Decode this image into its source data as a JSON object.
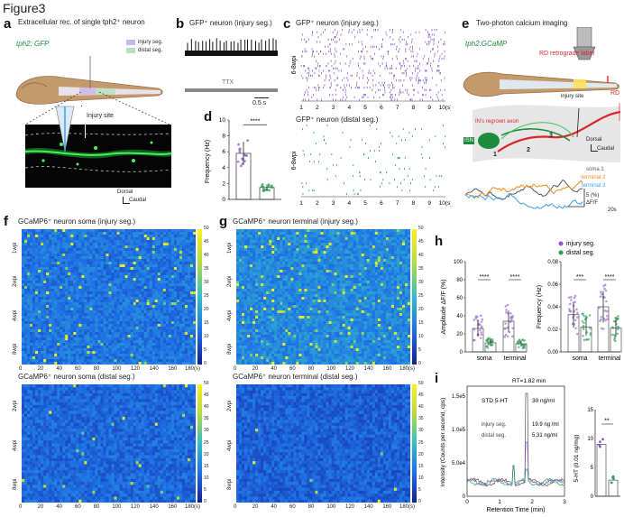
{
  "figure_title": "Figure3",
  "panels": {
    "a": {
      "letter": "a",
      "title": "Extracellular rec. of single tph2⁺ neuron",
      "line": "tph2: GFP",
      "legend": [
        "injury seg.",
        "distal seg."
      ],
      "injury": "Injury site",
      "dorsal": "Dorsal",
      "caudal": "Caudal"
    },
    "b": {
      "letter": "b",
      "title": "GFP⁺ neuron (injury seg.)",
      "ttx": "TTX",
      "scale": "0.5 s"
    },
    "c": {
      "letter": "c",
      "title_top": "GFP⁺ neuron (injury seg.)",
      "title_bottom": "GFP⁺ neuron (distal seg.)",
      "ylabel": "6-8wpi",
      "ticks": [
        "1",
        "2",
        "3",
        "4",
        "5",
        "6",
        "7",
        "8",
        "9",
        "10(s)"
      ]
    },
    "d": {
      "letter": "d",
      "ylabel": "Frequency (Hz)",
      "ticks": [
        "0",
        "2",
        "4",
        "6",
        "8",
        "10"
      ],
      "sig": "****"
    },
    "e": {
      "letter": "e",
      "title": "Two-photon calcium imaging",
      "line": "tph2:GCaMP",
      "rd_label": "RD retrograde label",
      "rd": "RD",
      "injury": "injury site",
      "regrown": "IN's regrown axon",
      "isn": "ISN",
      "nums": [
        "1",
        "2",
        "3"
      ],
      "dorsal": "Dorsal",
      "caudal": "Caudal",
      "legend": [
        "soma 1",
        "terminal 2",
        "terminal 3"
      ],
      "scale_y": "5 (%)",
      "scale_unit": "ΔF/F",
      "scale_x": "20s"
    },
    "f": {
      "letter": "f",
      "title_top": "GCaMP6⁺ neuron soma (injury seg.)",
      "title_bottom": "GCaMP6⁺ neuron soma (distal seg.)",
      "rows_top": [
        "1wpi",
        "2wpi",
        "4wpi",
        "8wpi"
      ],
      "rows_bottom": [
        "2wpi",
        "4wpi",
        "8wpi"
      ]
    },
    "g": {
      "letter": "g",
      "title_top": "GCaMP6⁺ neuron terminal (injury seg.)",
      "title_bottom": "GCaMP6⁺ neuron terminal (distal seg.)",
      "rows_top": [
        "1wpi",
        "2wpi",
        "4wpi",
        "8wpi"
      ],
      "rows_bottom": [
        "2wpi",
        "4wpi",
        "8wpi"
      ]
    },
    "h": {
      "letter": "h",
      "legend": [
        "injury seg.",
        "distal seg."
      ],
      "ylabel_left": "Amplitude ΔF/F (%)",
      "ylabel_right": "Frequency (Hz)",
      "yticks_left": [
        "0",
        "20",
        "40",
        "60",
        "80",
        "100"
      ],
      "yticks_right": [
        "0.00",
        "0.02",
        "0.04",
        "0.06",
        "0.08"
      ],
      "cats": [
        "soma",
        "terminal"
      ],
      "sig_left": [
        "****",
        "****"
      ],
      "sig_right": [
        "***",
        "****"
      ]
    },
    "i": {
      "letter": "i",
      "rt": "RT=1.82 min",
      "std": "STD 5-HT",
      "std_val": "30 ng/ml",
      "inj": "injury seg.",
      "inj_val": "19.9 ng /ml",
      "dist": "distal seg.",
      "dist_val": "5.31 ng/ml",
      "ylabel": "Intensity (Counts per second, cps)",
      "yticks": [
        "0",
        "5.0e4",
        "1.0e5",
        "1.5e5"
      ],
      "xlabel": "Retention Time (min)",
      "xticks": [
        "0",
        "1",
        "2",
        "3"
      ],
      "bar_ylabel": "5-HT (0.01 ng/mg)",
      "bar_ticks": [
        "0",
        "5",
        "10",
        "15"
      ],
      "sig": "**"
    }
  },
  "heat_xticks": [
    "0",
    "20",
    "40",
    "60",
    "80",
    "100",
    "120",
    "140",
    "160",
    "180(s)"
  ],
  "colorbar_ticks": [
    "0",
    "5",
    "10",
    "15",
    "20",
    "25",
    "30",
    "35",
    "40",
    "45",
    "50"
  ],
  "colors": {
    "injury": "#8a6cc0",
    "distal": "#3aa86a",
    "soma": "#555555",
    "terminal2": "#f08a1c",
    "terminal3": "#3aa0e8",
    "purple": "#8b5cc7",
    "green": "#2e9d5b"
  },
  "chart_data": [
    {
      "type": "bar",
      "id": "d",
      "categories": [
        "injury seg.",
        "distal seg."
      ],
      "values": [
        5.8,
        1.5
      ],
      "ylabel": "Frequency (Hz)",
      "ylim": [
        0,
        10
      ]
    },
    {
      "type": "bar",
      "id": "h-amplitude",
      "categories": [
        "soma",
        "terminal"
      ],
      "series": [
        {
          "name": "injury seg.",
          "values": [
            26,
            34
          ]
        },
        {
          "name": "distal seg.",
          "values": [
            10,
            9
          ]
        }
      ],
      "ylabel": "Amplitude ΔF/F (%)",
      "ylim": [
        0,
        100
      ]
    },
    {
      "type": "bar",
      "id": "h-frequency",
      "categories": [
        "soma",
        "terminal"
      ],
      "series": [
        {
          "name": "injury seg.",
          "values": [
            0.033,
            0.04
          ]
        },
        {
          "name": "distal seg.",
          "values": [
            0.022,
            0.021
          ]
        }
      ],
      "ylabel": "Frequency (Hz)",
      "ylim": [
        0,
        0.08
      ]
    },
    {
      "type": "bar",
      "id": "i-bar",
      "categories": [
        "injury seg.",
        "distal seg."
      ],
      "values": [
        9,
        2.8
      ],
      "ylabel": "5-HT (0.01 ng/mg)",
      "ylim": [
        0,
        15
      ]
    }
  ]
}
